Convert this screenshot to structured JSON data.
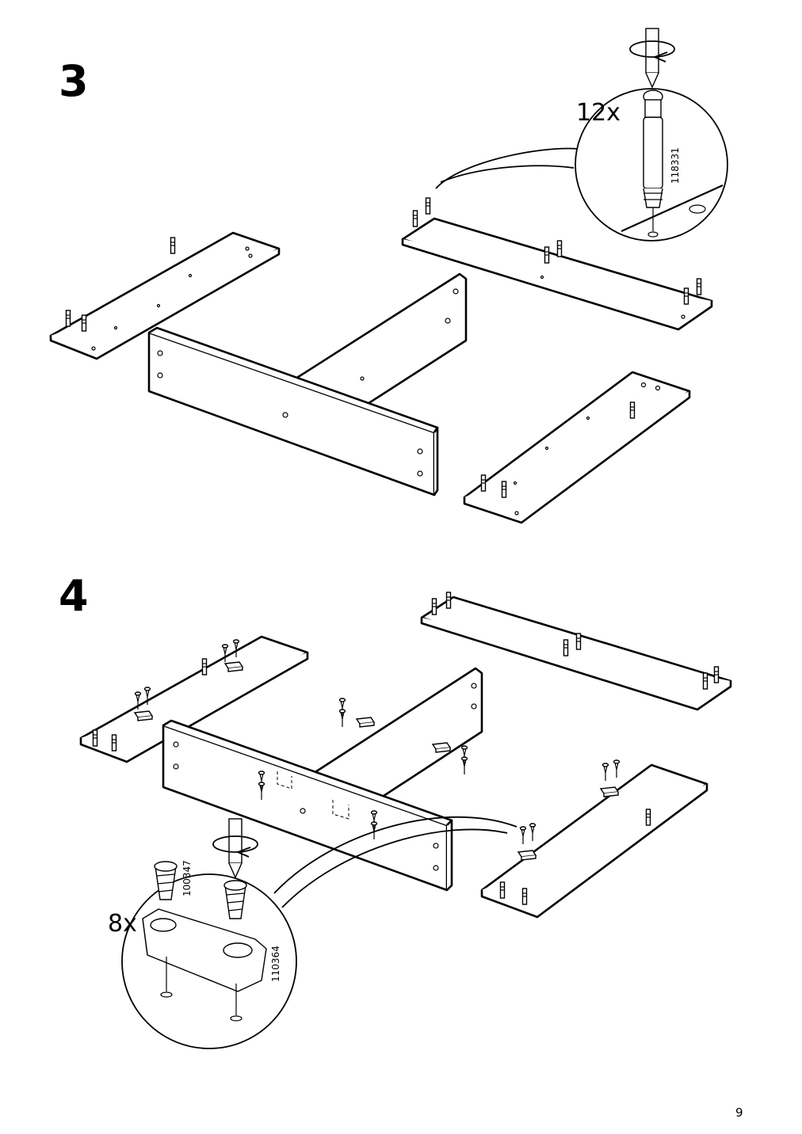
{
  "page": {
    "number": "9"
  },
  "steps": [
    {
      "number": "3",
      "callout": {
        "quantity": "12x",
        "part_number": "118331"
      }
    },
    {
      "number": "4",
      "callout": {
        "quantity": "8x",
        "part_numbers": [
          "100347",
          "110364"
        ]
      }
    }
  ]
}
